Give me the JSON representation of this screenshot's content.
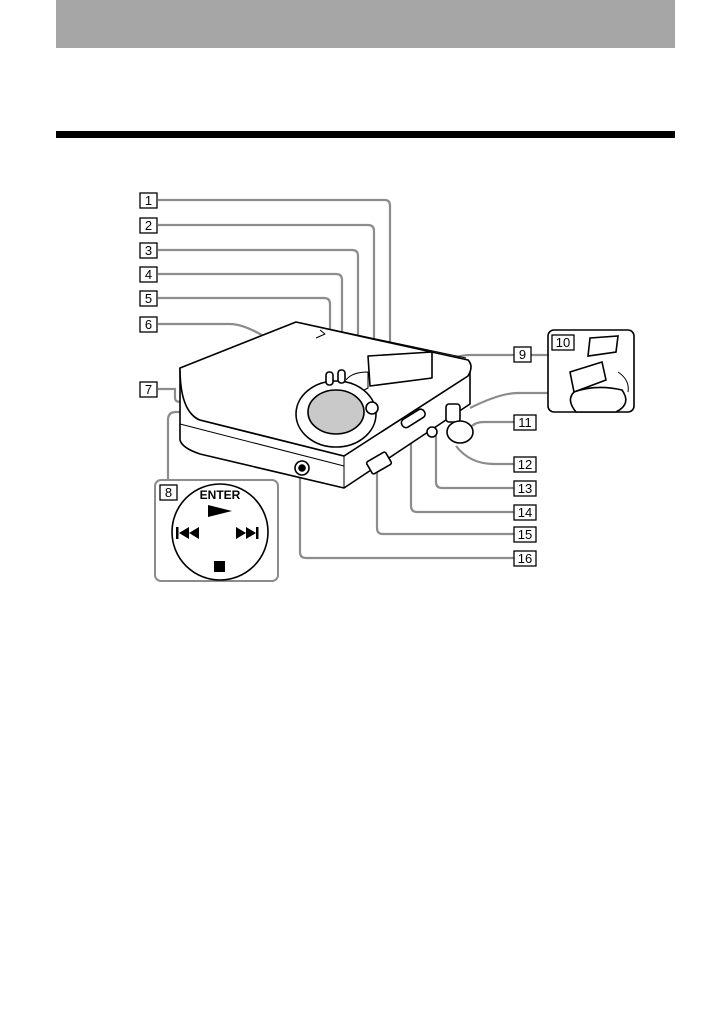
{
  "callouts": [
    {
      "number": "1"
    },
    {
      "number": "2"
    },
    {
      "number": "3"
    },
    {
      "number": "4"
    },
    {
      "number": "5"
    },
    {
      "number": "6"
    },
    {
      "number": "7"
    },
    {
      "number": "8"
    },
    {
      "number": "9"
    },
    {
      "number": "10"
    },
    {
      "number": "11"
    },
    {
      "number": "12"
    },
    {
      "number": "13"
    },
    {
      "number": "14"
    },
    {
      "number": "15"
    },
    {
      "number": "16"
    }
  ],
  "control_inset": {
    "enter_label": "ENTER",
    "icons": [
      "play-icon",
      "previous-track-icon",
      "next-track-icon",
      "stop-icon"
    ]
  },
  "colors": {
    "header_band": "#a6a6a6",
    "leader_line": "#8c8c8c",
    "outline": "#000000"
  }
}
